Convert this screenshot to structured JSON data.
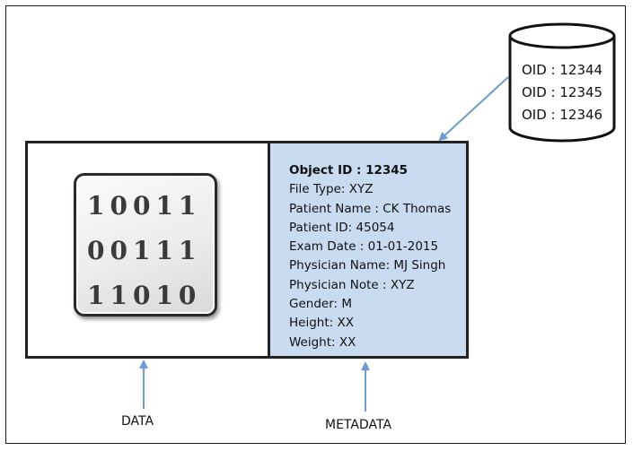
{
  "database": {
    "oids": [
      "OID : 12344",
      "OID : 12345",
      "OID : 12346"
    ]
  },
  "binary": {
    "rows": [
      "10011",
      "00111",
      "11010"
    ]
  },
  "metadata": {
    "title": "Object ID : 12345",
    "fields": [
      "File Type: XYZ",
      "Patient Name : CK Thomas",
      "Patient ID: 45054",
      "Exam Date : 01-01-2015",
      "Physician Name: MJ Singh",
      "Physician Note : XYZ",
      "Gender: M",
      "Height: XX",
      "Weight: XX"
    ]
  },
  "captions": {
    "data": "DATA",
    "metadata": "METADATA"
  },
  "colors": {
    "metadata_fill": "#c8dbf1",
    "arrow": "#6c9bd0",
    "border": "#222222"
  }
}
